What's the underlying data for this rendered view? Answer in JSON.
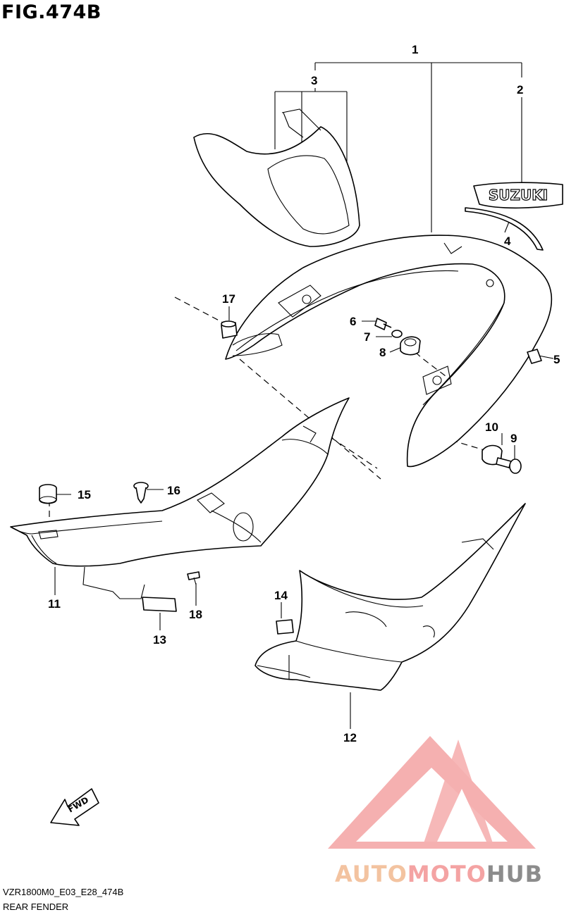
{
  "figure": {
    "title": "FIG.474B"
  },
  "callouts": [
    "1",
    "2",
    "3",
    "4",
    "5",
    "6",
    "7",
    "8",
    "9",
    "10",
    "11",
    "12",
    "13",
    "14",
    "15",
    "16",
    "17",
    "18"
  ],
  "emblem_text": "SUZUKI",
  "fwd_text": "FWD",
  "footer": {
    "code": "VZR1800M0_E03_E28_474B",
    "name": "REAR FENDER"
  },
  "watermark": {
    "part1": "AUTO",
    "part2": "MOTO",
    "part3": "HUB"
  },
  "colors": {
    "line": "#000000",
    "wm_triangle": "#f4a3a3",
    "wm_orange": "#f3c3a0",
    "wm_gray": "#8c8c8c"
  }
}
